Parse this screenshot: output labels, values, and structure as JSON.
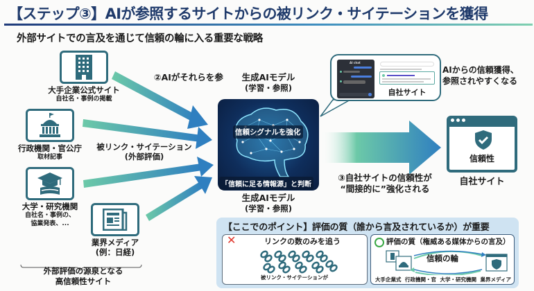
{
  "header": {
    "title": "【ステップ③】AIが参照するサイトからの被リンク・サイテーションを獲得",
    "subtitle": "外部サイトでの言及を通じて信頼の輪に入る重要な戦略"
  },
  "sources": [
    {
      "name": "大手企業公式サイト",
      "detail": "自社名・事例の掲載",
      "icon": "office-building-icon"
    },
    {
      "name": "行政機関・官公庁",
      "detail": "取材記事",
      "icon": "government-building-icon"
    },
    {
      "name": "大学・研究機関",
      "detail_lines": [
        "自社名・事例の、",
        "協業発表、..."
      ],
      "icon": "graduation-cap-icon"
    },
    {
      "name_lines": [
        "業界メディア",
        "(例：日経)"
      ],
      "icon": "newspaper-icon"
    }
  ],
  "sources_caption": [
    "外部評価の源泉となる",
    "高信頼性サイト"
  ],
  "flow_labels": {
    "ai_refers": "②AIがそれらを参",
    "backlinks": "被リンク・サイテーション",
    "backlinks_sub": "(外部評価)"
  },
  "ai_model": {
    "title": "生成AIモデル",
    "subtitle": "(学習・参照)",
    "signal_tag": "信頼シグナルを強化",
    "judgement_tag": "「信頼に足る情報源」と判断"
  },
  "bubble": {
    "chat_title": "AI chat",
    "site_label": "自社サイト",
    "caption_lines": [
      "AIからの信頼獲得、",
      "参照されやすくなる"
    ]
  },
  "result": {
    "arrow_caption_lines": [
      "③自社サイトの信頼性が",
      "“間接的に”強化される"
    ],
    "badge_label": "信頼性",
    "site_label": "自社サイト"
  },
  "point": {
    "title": "【ここでのポイント】評価の質（誰から言及されているか）が重要",
    "bad": {
      "mark": "✕",
      "heading": "リンクの数のみを追う",
      "caption": "被リンク・サイテーションが"
    },
    "good": {
      "heading": "評価の質（権威ある媒体からの言及）",
      "circle_label": "信頼の輪",
      "sources": [
        "大手企業式",
        "行政機関・官",
        "大学・研究機関",
        "業界メディア"
      ]
    }
  },
  "colors": {
    "title_navy": "#1f3a6b",
    "icon_teal": "#2f6b7c",
    "arrow_green": "#6cc9a8",
    "arrow_blue": "#2f7fc0",
    "panel_blue": "#cfe3f2",
    "bad_red": "#e0352b",
    "good_green": "#3aa845"
  }
}
